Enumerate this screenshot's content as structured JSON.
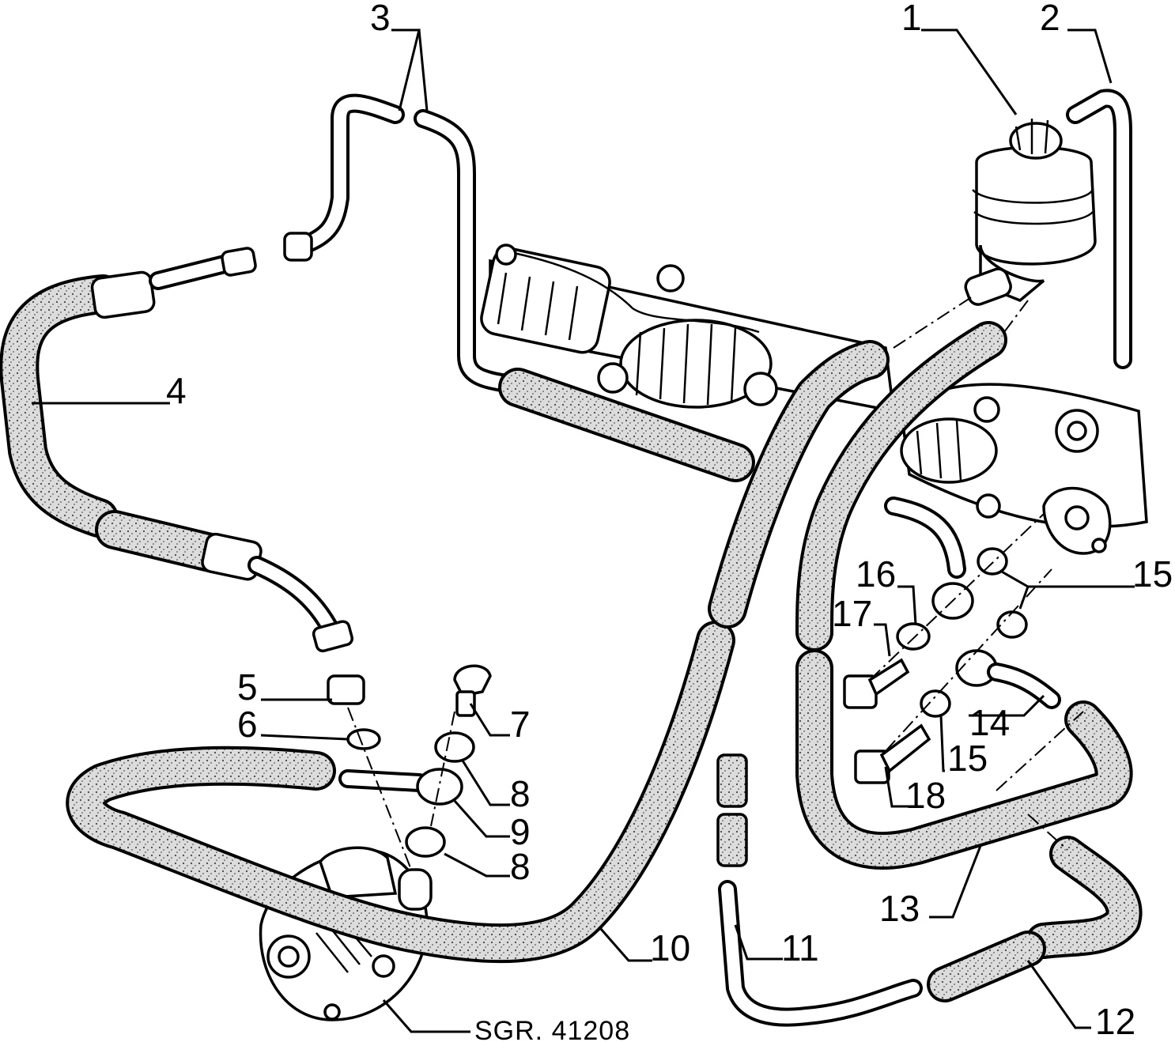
{
  "drawing_code": "SGR. 41208",
  "callouts": [
    {
      "id": "1",
      "label": "1"
    },
    {
      "id": "2",
      "label": "2"
    },
    {
      "id": "3",
      "label": "3"
    },
    {
      "id": "4",
      "label": "4"
    },
    {
      "id": "5",
      "label": "5"
    },
    {
      "id": "6",
      "label": "6"
    },
    {
      "id": "7",
      "label": "7"
    },
    {
      "id": "8a",
      "label": "8"
    },
    {
      "id": "8b",
      "label": "8"
    },
    {
      "id": "9",
      "label": "9"
    },
    {
      "id": "10",
      "label": "10"
    },
    {
      "id": "11",
      "label": "11"
    },
    {
      "id": "12",
      "label": "12"
    },
    {
      "id": "13",
      "label": "13"
    },
    {
      "id": "14",
      "label": "14"
    },
    {
      "id": "15a",
      "label": "15"
    },
    {
      "id": "15b",
      "label": "15"
    },
    {
      "id": "16",
      "label": "16"
    },
    {
      "id": "17",
      "label": "17"
    },
    {
      "id": "18",
      "label": "18"
    }
  ],
  "colors": {
    "ink": "#000000",
    "paper": "#ffffff",
    "hose_fill": "#d9d9d9"
  }
}
